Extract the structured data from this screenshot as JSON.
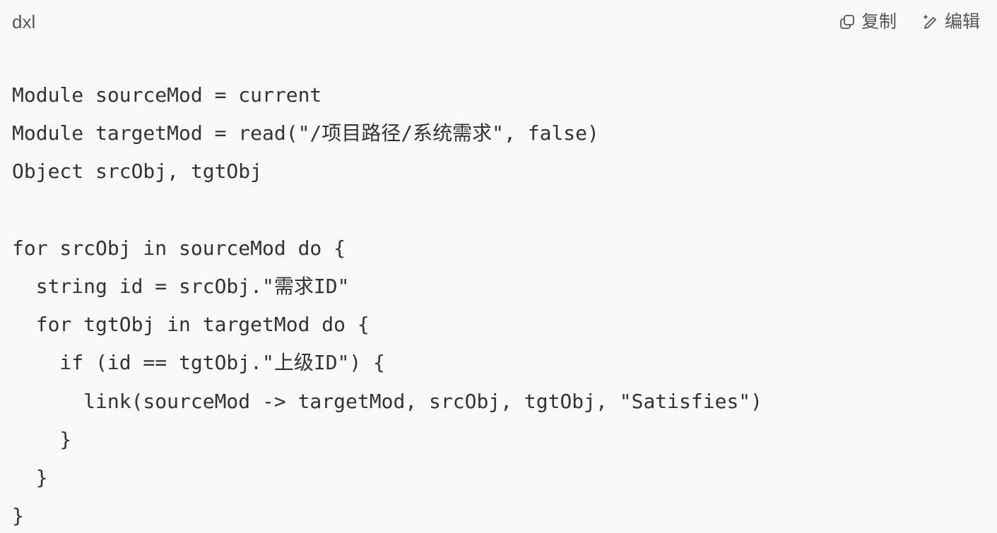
{
  "code_block": {
    "language": "dxl",
    "copy_label": "复制",
    "edit_label": "编辑",
    "lines": [
      "Module sourceMod = current",
      "Module targetMod = read(\"/项目路径/系统需求\", false)",
      "Object srcObj, tgtObj",
      "",
      "for srcObj in sourceMod do {",
      "  string id = srcObj.\"需求ID\"",
      "  for tgtObj in targetMod do {",
      "    if (id == tgtObj.\"上级ID\") {",
      "      link(sourceMod -> targetMod, srcObj, tgtObj, \"Satisfies\")",
      "    }",
      "  }",
      "}"
    ]
  },
  "icons": {
    "copy": "copy-icon",
    "edit": "pencil-sparkle-icon"
  }
}
